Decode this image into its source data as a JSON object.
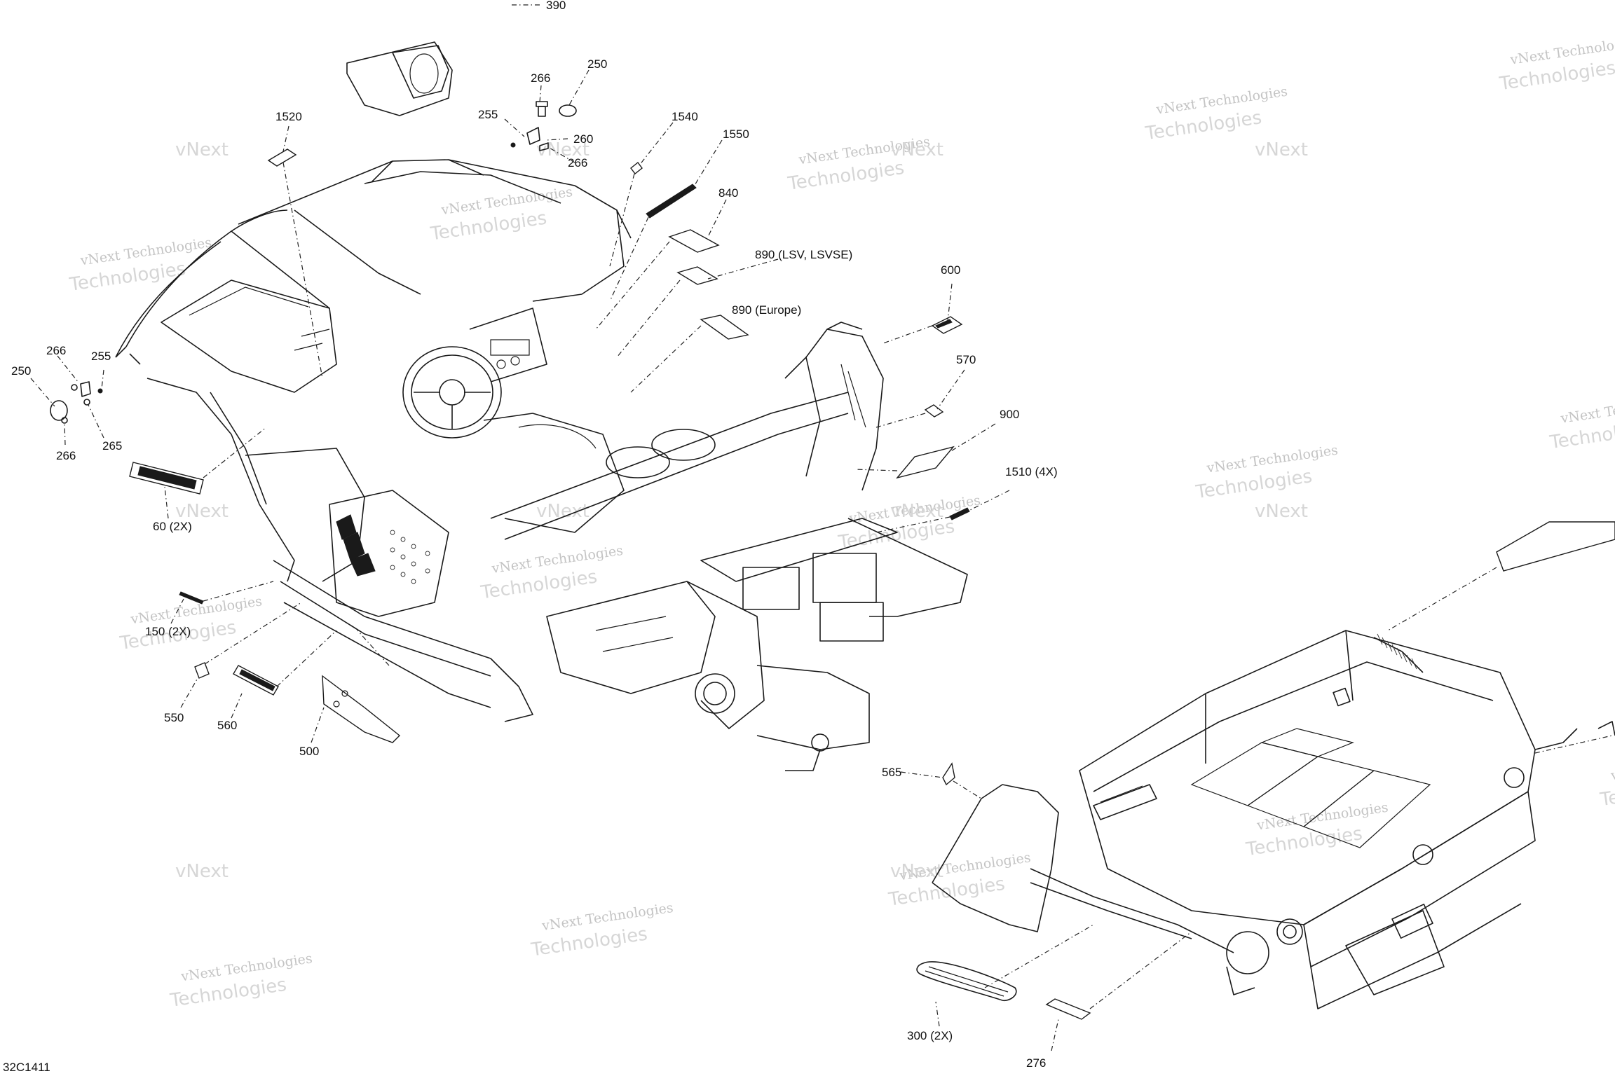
{
  "drawing_code": "32C1411",
  "watermark": {
    "line1": "vNext Technologies",
    "line2": "Technologies",
    "overlay": "vNext"
  },
  "callouts": [
    {
      "text": "390"
    },
    {
      "text": "266"
    },
    {
      "text": "250"
    },
    {
      "text": "255"
    },
    {
      "text": "260"
    },
    {
      "text": "266"
    },
    {
      "text": "1520"
    },
    {
      "text": "1540"
    },
    {
      "text": "1550"
    },
    {
      "text": "840"
    },
    {
      "text": "890 (LSV, LSVSE)"
    },
    {
      "text": "890 (Europe)"
    },
    {
      "text": "600"
    },
    {
      "text": "570"
    },
    {
      "text": "900"
    },
    {
      "text": "1510 (4X)"
    },
    {
      "text": "266"
    },
    {
      "text": "255"
    },
    {
      "text": "250"
    },
    {
      "text": "265"
    },
    {
      "text": "266"
    },
    {
      "text": "60 (2X)"
    },
    {
      "text": "150 (2X)"
    },
    {
      "text": "550"
    },
    {
      "text": "560"
    },
    {
      "text": "500"
    },
    {
      "text": "565"
    },
    {
      "text": "300 (2X)"
    },
    {
      "text": "276"
    }
  ]
}
